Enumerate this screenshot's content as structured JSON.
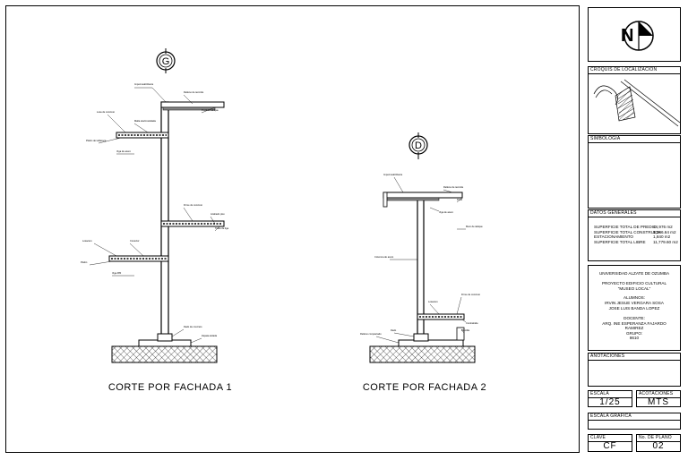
{
  "drawings": {
    "left_title": "CORTE POR FACHADA 1",
    "right_title": "CORTE POR FACHADA 2",
    "left_axis": "G",
    "right_axis": "D"
  },
  "title_block": {
    "north_letter": "N",
    "location_label": "CROQUIS DE LOCALIZACION",
    "symbology_label": "SIMBOLOGIA",
    "general_data_label": "DATOS GENERALES",
    "general_data": [
      {
        "label": "SUPERFICIE TOTAL DE PREDIO",
        "value": "14,976 m2"
      },
      {
        "label": "SUPERFICIE TOTAL CONSTRUIDA",
        "value": "1,386.64 m2"
      },
      {
        "label": "ESTACIONAMIENTO",
        "value": "1,840 m2"
      },
      {
        "label": "SUPERFICIE TOTAL LIBRE",
        "value": "11,779.60 m2"
      }
    ],
    "university": "UNIVERSIDAD ALZATE DE OZUMBA",
    "project": "PROYECTO EDIFICIO CULTURAL",
    "project_name": "\"MUSEO LOCAL\"",
    "students_label": "ALUMNOS:",
    "student_1": "IRVIN JESUE VERGARA SOSA",
    "student_2": "JOSE LUIS BANDA LOPEZ",
    "teacher_label": "DOCENTE:",
    "teacher_1": "ARQ. INE ESPERANZA FAJARDO",
    "teacher_2": "RAMIREZ",
    "group_label": "GRUPO:",
    "group": "8610",
    "notes_label": "ANOTACIONES",
    "scale_label": "ESCALA",
    "scale_value": "1/25",
    "units_label": "ACOTACIONES",
    "units_value": "MTS",
    "graphic_scale_label": "ESCALA GRAFICA",
    "key_label": "CLAVE",
    "key_value": "CF",
    "plan_no_label": "No. DE PLANO",
    "plan_no_value": "02"
  }
}
